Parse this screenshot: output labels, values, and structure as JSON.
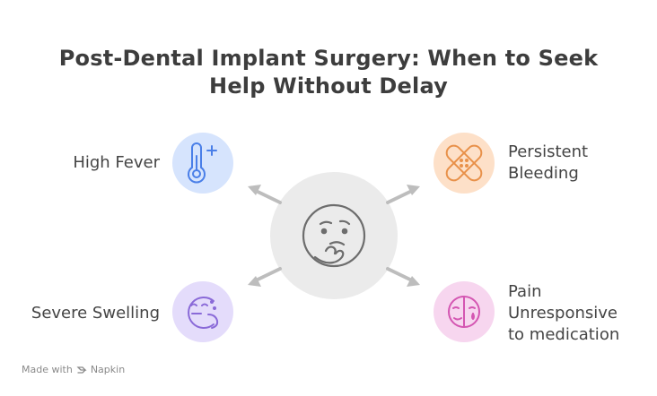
{
  "title": {
    "line1": "Post-Dental Implant Surgery: When to Seek",
    "line2": "Help Without Delay"
  },
  "items": [
    {
      "label_lines": [
        "High Fever"
      ],
      "icon": "thermometer-icon",
      "color": "#d6e4fd",
      "stroke": "#4a7fe8"
    },
    {
      "label_lines": [
        "Persistent",
        "Bleeding"
      ],
      "icon": "bandage-icon",
      "color": "#fde0c8",
      "stroke": "#e8914a"
    },
    {
      "label_lines": [
        "Severe Swelling"
      ],
      "icon": "swollen-face-icon",
      "color": "#e4dcfb",
      "stroke": "#8a6ad8"
    },
    {
      "label_lines": [
        "Pain",
        "Unresponsive",
        "to medication"
      ],
      "icon": "pain-mask-icon",
      "color": "#f7d6ef",
      "stroke": "#d456b2"
    }
  ],
  "center": {
    "icon": "thinking-face-icon",
    "color": "#ebebeb"
  },
  "footer": {
    "made_with": "Made with",
    "brand": "Napkin"
  }
}
